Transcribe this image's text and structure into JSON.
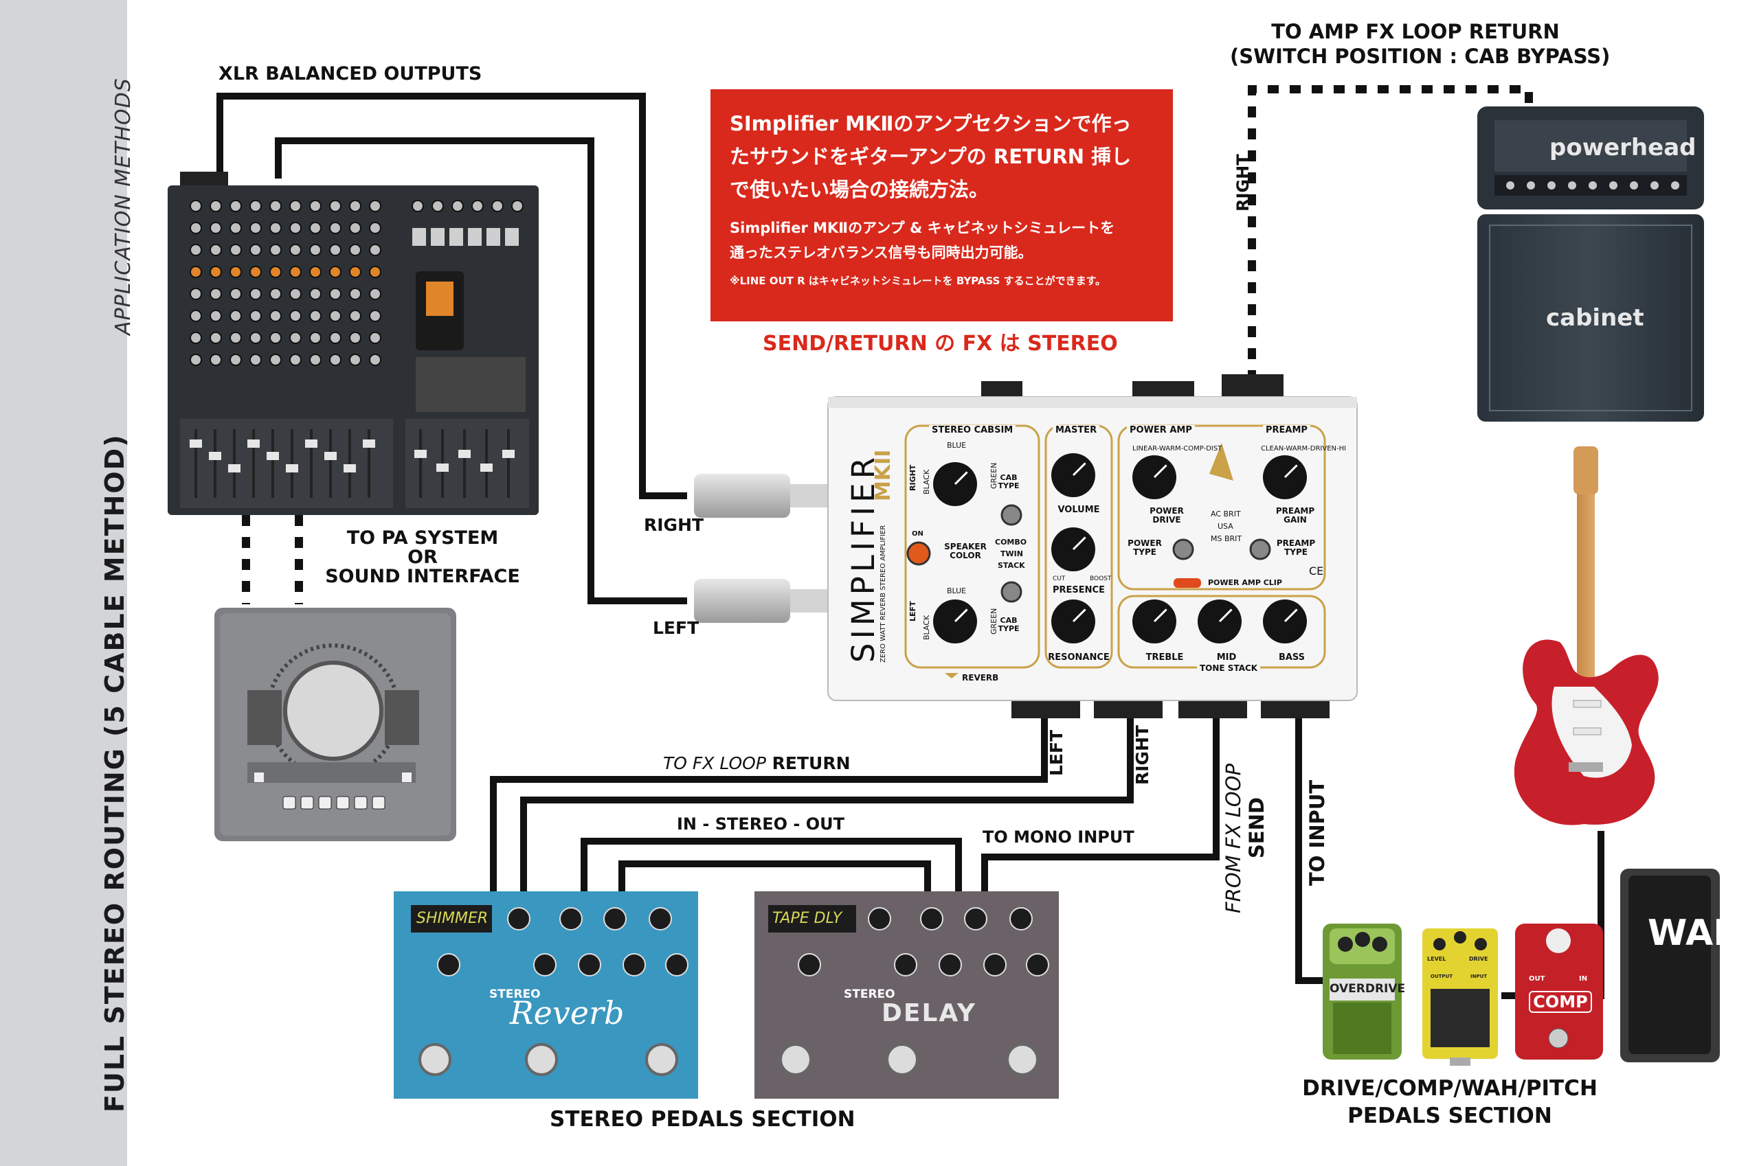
{
  "sidebar": {
    "title": "FULL STEREO ROUTING (5 CABLE METHOD)",
    "subtitle": "APPLICATION METHODS"
  },
  "labels": {
    "xlr_outputs": "XLR BALANCED OUTPUTS",
    "pa_line1": "TO PA SYSTEM",
    "pa_line2": "OR",
    "pa_line3": "SOUND INTERFACE",
    "right": "RIGHT",
    "left": "LEFT",
    "amp_fx_return1": "TO AMP FX LOOP RETURN",
    "amp_fx_return2": "(SWITCH POSITION : CAB BYPASS)",
    "right_vertical": "RIGHT",
    "fx_return_prefix": "TO FX LOOP",
    "fx_return_suffix": "RETURN",
    "left_vertical": "LEFT",
    "right_vertical2": "RIGHT",
    "from_fx_loop": "FROM FX LOOP",
    "send": "SEND",
    "to_input": "TO INPUT",
    "in_stereo_out": "IN - STEREO - OUT",
    "to_mono_input": "TO MONO INPUT",
    "stereo_pedals": "STEREO PEDALS SECTION",
    "drive_section1": "DRIVE/COMP/WAH/PITCH",
    "drive_section2": "PEDALS SECTION"
  },
  "notice": {
    "line1": "SImplifier MKⅡのアンプセクションで作っ",
    "line2": "たサウンドをギターアンプの RETURN 挿し",
    "line3": "で使いたい場合の接続方法。",
    "line4": "Simplifier MKⅡのアンプ & キャビネットシミュレートを",
    "line5": "通ったステレオバランス信号も同時出力可能。",
    "line6": "※LINE OUT R はキャビネットシミュレートを BYPASS することができます。",
    "caption": "SEND/RETURN の FX は STEREO"
  },
  "simplifier": {
    "brand": "SIMPLIFIER",
    "model": "MKII",
    "tagline": "ZERO WATT REVERB STEREO AMPLIFIER",
    "stereo_cabsim": "STEREO CABSIM",
    "master": "MASTER",
    "power_amp": "POWER AMP",
    "preamp": "PREAMP",
    "volume": "VOLUME",
    "presence": "PRESENCE",
    "resonance": "RESONANCE",
    "power_drive": "POWER DRIVE",
    "power_type": "POWER TYPE",
    "preamp_gain": "PREAMP GAIN",
    "preamp_type": "PREAMP TYPE",
    "speaker_color": "SPEAKER COLOR",
    "cab_type": "CAB TYPE",
    "combo": "COMBO",
    "twin": "TWIN",
    "stack": "STACK",
    "treble": "TREBLE",
    "mid": "MID",
    "bass": "BASS",
    "tone_stack": "TONE STACK",
    "reverb": "REVERB",
    "on": "ON",
    "right": "RIGHT",
    "left": "LEFT",
    "black": "BLACK",
    "blue": "BLUE",
    "green": "GREEN",
    "linear": "LINEAR",
    "warm": "WARM",
    "comp": "COMP",
    "dist": "DIST",
    "clean": "CLEAN",
    "driven": "DRIVEN",
    "hi": "HI",
    "ac_brit": "AC BRIT",
    "usa": "USA",
    "ms_brit": "MS BRIT",
    "cut": "CUT",
    "boost": "BOOST",
    "power_amp_clip": "POWER AMP CLIP",
    "ce": "CE"
  },
  "amp": {
    "head": "powerhead",
    "cab": "cabinet"
  },
  "pedals": {
    "shimmer_display": "SHIMMER",
    "reverb_small": "STEREO",
    "reverb_big": "Reverb",
    "tape_display": "TAPE DLY",
    "delay_small": "STEREO",
    "delay_big": "DELAY",
    "overdrive": "OVERDRIVE",
    "comp": "COMP",
    "wah": "WAH",
    "comp_out": "OUT",
    "comp_in": "IN",
    "boost_level": "LEVEL",
    "boost_drive": "DRIVE",
    "boost_output": "OUTPUT",
    "boost_input": "INPUT"
  },
  "colors": {
    "notice_red": "#d9291c",
    "reverb_pedal": "#3a97bf",
    "delay_pedal": "#6b6268",
    "overdrive_pedal": "#6e9a36",
    "boost_pedal": "#e3d330",
    "comp_pedal": "#c42028",
    "gold_trim": "#c9a249",
    "mixer_orange": "#e0852a",
    "guitar_red": "#c8202b"
  }
}
